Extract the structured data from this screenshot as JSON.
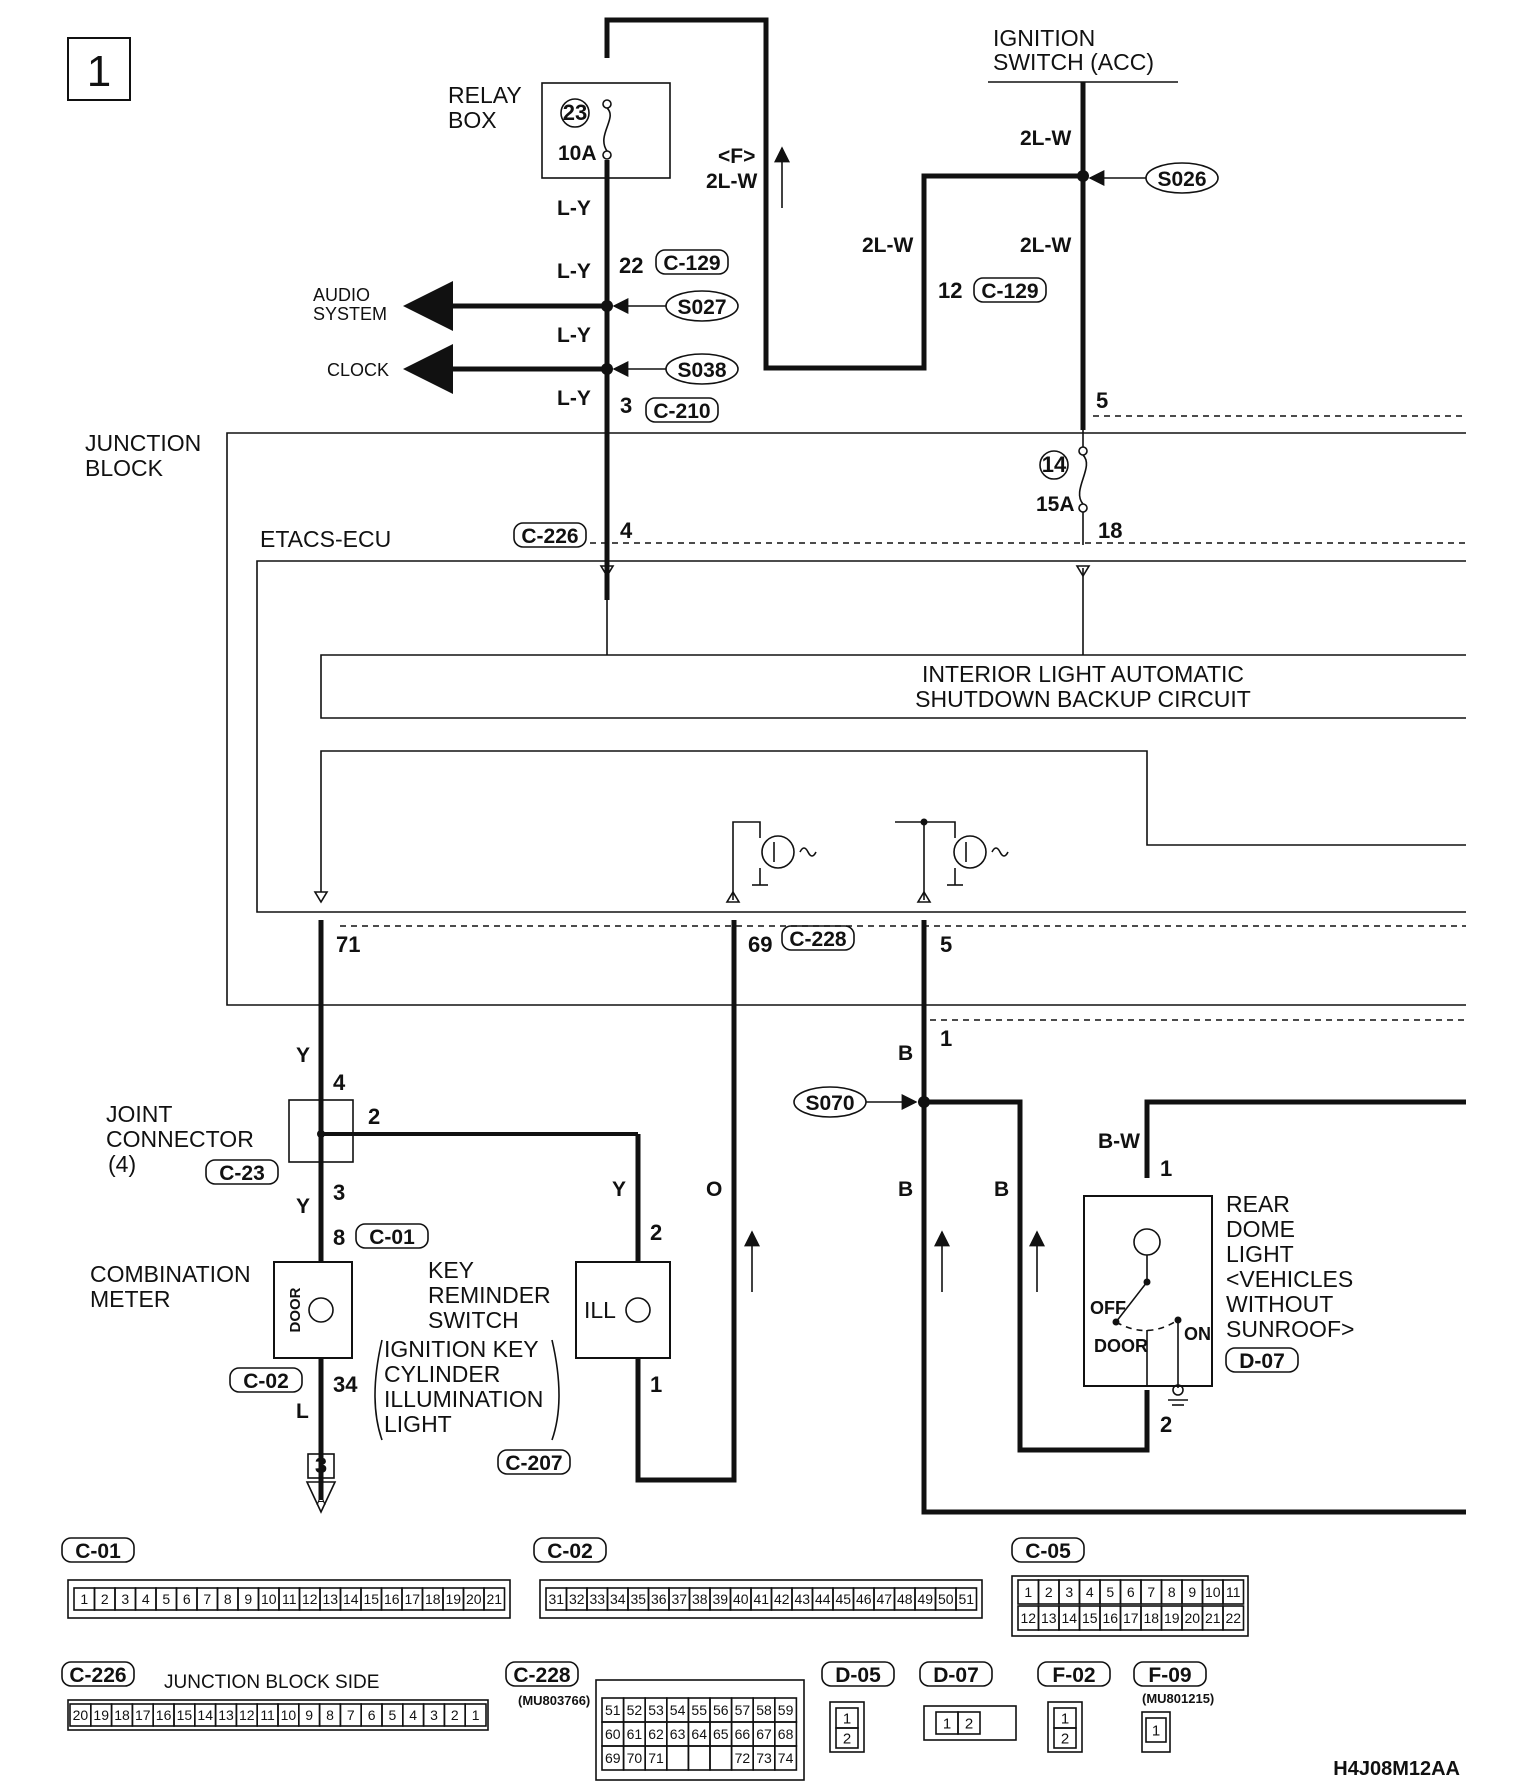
{
  "page_number": "1",
  "diagram_code": "H4J08M12AA",
  "labels": {
    "relay_box": [
      "RELAY",
      "BOX"
    ],
    "relay_fuse_no": "23",
    "relay_fuse_amp": "10A",
    "ignition_switch": [
      "IGNITION",
      "SWITCH (ACC)"
    ],
    "audio_system": [
      "AUDIO",
      "SYSTEM"
    ],
    "clock": "CLOCK",
    "junction_block": [
      "JUNCTION",
      "BLOCK"
    ],
    "jb_fuse_no": "14",
    "jb_fuse_amp": "15A",
    "etacs_ecu": "ETACS-ECU",
    "interior_light_circuit": [
      "INTERIOR LIGHT AUTOMATIC",
      "SHUTDOWN BACKUP CIRCUIT"
    ],
    "joint_connector": [
      "JOINT",
      "CONNECTOR",
      "(4)"
    ],
    "combination_meter": [
      "COMBINATION",
      "METER"
    ],
    "door": "DOOR",
    "key_reminder_switch": [
      "KEY",
      "REMINDER",
      "SWITCH"
    ],
    "ignition_key_illum": [
      "IGNITION KEY",
      "CYLINDER",
      "ILLUMINATION",
      "LIGHT"
    ],
    "ill": "ILL",
    "rear_dome_light": [
      "REAR",
      "DOME",
      "LIGHT",
      "<VEHICLES",
      "WITHOUT",
      "SUNROOF>"
    ],
    "off": "OFF",
    "door_pos": "DOOR",
    "on": "ON",
    "front_marker": "<F>",
    "connection_no": "3",
    "connection_letter": "A",
    "junction_block_side": "JUNCTION BLOCK SIDE",
    "part_no_c228": "(MU803766)",
    "part_no_f09": "(MU801215)"
  },
  "wire_colors": {
    "ly_1": "L-Y",
    "ly_2": "L-Y",
    "ly_3": "L-Y",
    "ly_4": "L-Y",
    "f_2lw": "2L-W",
    "ign_2lw_top": "2L-W",
    "ign_2lw_bot": "2L-W",
    "mid_2lw": "2L-W",
    "y_1": "Y",
    "y_2": "Y",
    "y_3": "Y",
    "l_1": "L",
    "o_1": "O",
    "b_1": "B",
    "b_2": "B",
    "b_3": "B",
    "bw_1": "B-W"
  },
  "splices": {
    "s026": "S026",
    "s027": "S027",
    "s038": "S038",
    "s070": "S070"
  },
  "connectors": {
    "c129a": "C-129",
    "c129b": "C-129",
    "c210": "C-210",
    "c226": "C-226",
    "c228": "C-228",
    "c23": "C-23",
    "c01": "C-01",
    "c02": "C-02",
    "c207": "C-207",
    "d07": "D-07"
  },
  "pins": {
    "p22": "22",
    "p12": "12",
    "p3": "3",
    "p5_top": "5",
    "p4": "4",
    "p18": "18",
    "p71": "71",
    "p69": "69",
    "p5_mid": "5",
    "p1_b": "1",
    "jc_4": "4",
    "jc_2": "2",
    "jc_3": "3",
    "cm_8": "8",
    "cm_34": "34",
    "krs_2": "2",
    "krs_1": "1",
    "rdl_1": "1",
    "rdl_2": "2"
  },
  "legend": {
    "c01": {
      "name": "C-01",
      "pins": [
        "1",
        "2",
        "3",
        "4",
        "5",
        "6",
        "7",
        "8",
        "9",
        "10",
        "11",
        "12",
        "13",
        "14",
        "15",
        "16",
        "17",
        "18",
        "19",
        "20",
        "21"
      ]
    },
    "c02": {
      "name": "C-02",
      "pins": [
        "31",
        "32",
        "33",
        "34",
        "35",
        "36",
        "37",
        "38",
        "39",
        "40",
        "41",
        "42",
        "43",
        "44",
        "45",
        "46",
        "47",
        "48",
        "49",
        "50",
        "51"
      ]
    },
    "c05": {
      "name": "C-05",
      "row1": [
        "1",
        "2",
        "3",
        "4",
        "5",
        "6",
        "7",
        "8",
        "9",
        "10",
        "11"
      ],
      "row2": [
        "12",
        "13",
        "14",
        "15",
        "16",
        "17",
        "18",
        "19",
        "20",
        "21",
        "22"
      ]
    },
    "c226": {
      "name": "C-226",
      "pins": [
        "20",
        "19",
        "18",
        "17",
        "16",
        "15",
        "14",
        "13",
        "12",
        "11",
        "10",
        "9",
        "8",
        "7",
        "6",
        "5",
        "4",
        "3",
        "2",
        "1"
      ]
    },
    "c228": {
      "name": "C-228",
      "row1": [
        "51",
        "52",
        "53",
        "54",
        "55",
        "56",
        "57",
        "58",
        "59"
      ],
      "row2": [
        "60",
        "61",
        "62",
        "63",
        "64",
        "65",
        "66",
        "67",
        "68"
      ],
      "row3": [
        "69",
        "70",
        "71",
        "",
        "",
        "",
        "72",
        "73",
        "74"
      ]
    },
    "d05": {
      "name": "D-05",
      "pins": [
        "1",
        "2"
      ]
    },
    "d07": {
      "name": "D-07",
      "pins": [
        "1",
        "2"
      ]
    },
    "f02": {
      "name": "F-02",
      "pins": [
        "1",
        "2"
      ]
    },
    "f09": {
      "name": "F-09",
      "pins": [
        "1"
      ]
    }
  }
}
